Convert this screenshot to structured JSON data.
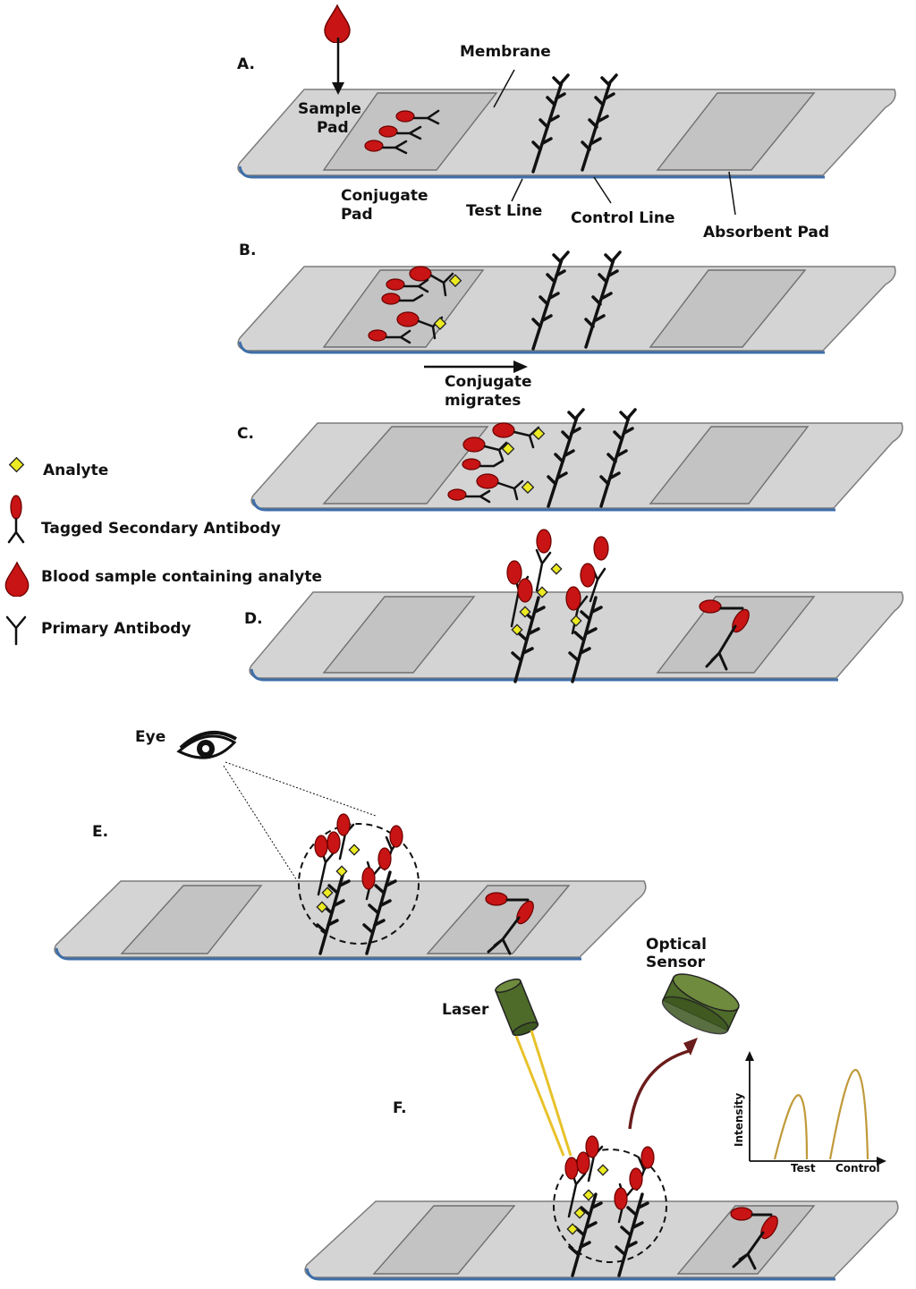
{
  "panels": {
    "a": "A.",
    "b": "B.",
    "c": "C.",
    "d": "D.",
    "e": "E.",
    "f": "F."
  },
  "strip_labels": {
    "membrane": "Membrane",
    "sample_pad_line1": "Sample",
    "sample_pad_line2": "Pad",
    "conjugate_pad_line1": "Conjugate",
    "conjugate_pad_line2": "Pad",
    "test_line": "Test Line",
    "control_line": "Control Line",
    "absorbent_pad": "Absorbent Pad"
  },
  "migration": {
    "line1": "Conjugate",
    "line2": "migrates"
  },
  "legend": {
    "analyte": "Analyte",
    "tagged_secondary_antibody": "Tagged Secondary Antibody",
    "blood_sample": "Blood sample containing analyte",
    "primary_antibody": "Primary Antibody"
  },
  "detection": {
    "eye": "Eye",
    "laser": "Laser",
    "optical_sensor_line1": "Optical",
    "optical_sensor_line2": "Sensor"
  },
  "graph": {
    "ylabel": "Intensity",
    "x_test": "Test",
    "x_control": "Control"
  },
  "colors": {
    "blood": "#c81414",
    "analyte": "#ecea22",
    "strip": "#d4d4d4",
    "strip_edge": "#3d6ea8",
    "device": "#4e6b2a",
    "laser_beam": "#e8c22a",
    "signal_arrow": "#6b1c1c",
    "graph_curve": "#c09a3a"
  }
}
